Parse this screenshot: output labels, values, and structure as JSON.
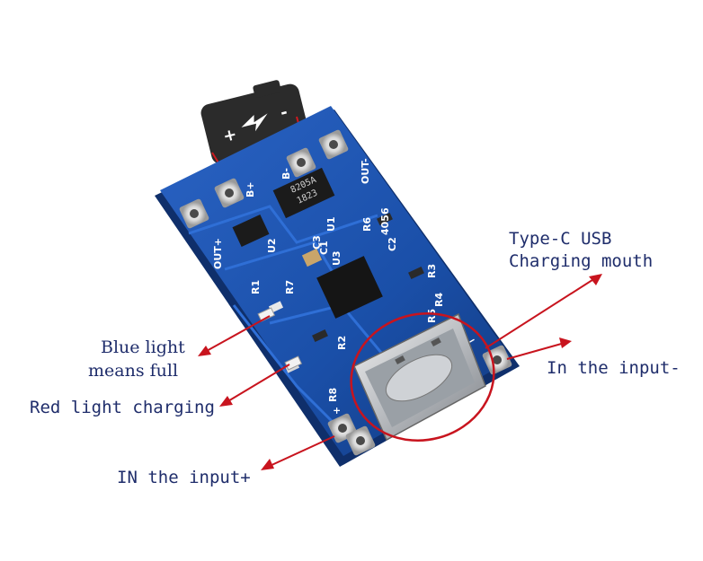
{
  "battery": {
    "plus": "+",
    "minus": "-"
  },
  "silkscreen": {
    "b_plus": "B+",
    "b_minus": "B-",
    "out_minus": "OUT-",
    "out_plus": "OUT+",
    "model": "4056",
    "chip_top_line1": "8205A",
    "chip_top_line2": "1823",
    "in_minus": "—",
    "in_plus": "+",
    "u1": "U1",
    "u2": "U2",
    "u3": "U3",
    "c1": "C1",
    "c2": "C2",
    "c3": "C3",
    "r1": "R1",
    "r2": "R2",
    "r3": "R3",
    "r4": "R4",
    "r5": "R5",
    "r6": "R6",
    "r7": "R7",
    "r8": "R8"
  },
  "labels": {
    "usb_line1": "Type-C USB",
    "usb_line2": "Charging mouth",
    "in_minus": "In the input-",
    "blue_line1": "Blue light",
    "blue_line2": "means full",
    "red_light": "Red light charging",
    "in_plus": "IN the input+"
  },
  "colors": {
    "pcb_blue": "#1a4fa8",
    "arrow_red": "#c8141e",
    "label_text": "#1f2d6b"
  }
}
